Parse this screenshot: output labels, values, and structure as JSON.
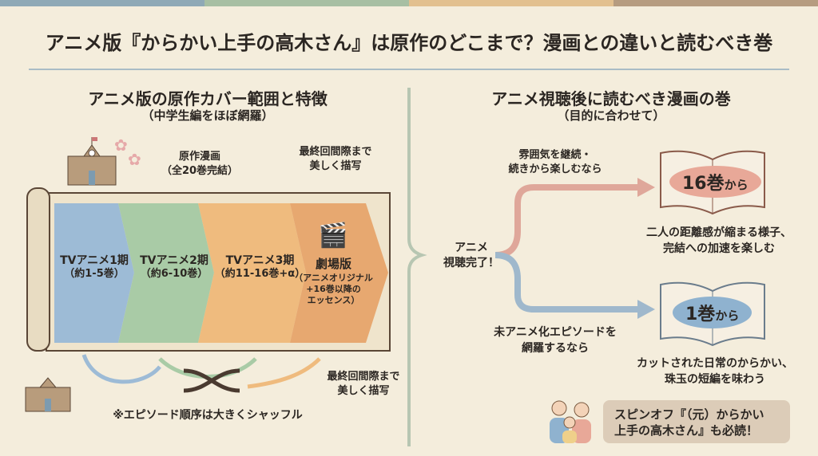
{
  "title": "アニメ版『からかい上手の高木さん』は原作のどこまで？漫画との違いと読むべき巻",
  "colors": {
    "band": [
      "#8fa9b6",
      "#a7bfa3",
      "#e2c08f",
      "#b69c80"
    ],
    "blue": "#9dbbd6",
    "green": "#a9cba6",
    "orange": "#efbb7e",
    "darkorange": "#e7a870"
  },
  "left": {
    "heading": "アニメ版の原作カバー範囲と特徴",
    "subheading": "（中学生編をほぼ網羅）",
    "manga_label": "原作漫画",
    "manga_sub": "（全20巻完結）",
    "note_top": [
      "最終回間際まで",
      "美しく描写"
    ],
    "stages": [
      {
        "title": "TVアニメ1期",
        "sub": "（約1-5巻）"
      },
      {
        "title": "TVアニメ2期",
        "sub": "（約6-10巻）"
      },
      {
        "title": "TVアニメ3期",
        "sub": "（約11-16巻+α）"
      },
      {
        "title": "劇場版",
        "sub": [
          "（アニメオリジナル",
          "+16巻以降の",
          "エッセンス）"
        ]
      }
    ],
    "note_bottom": [
      "最終回間際まで",
      "美しく描写"
    ],
    "shuffle_note": "※エピソード順序は大きくシャッフル"
  },
  "right": {
    "heading": "アニメ視聴後に読むべき漫画の巻",
    "subheading": "（目的に合わせて）",
    "start": [
      "アニメ",
      "視聴完了！"
    ],
    "branch_top": {
      "condition": [
        "雰囲気を継続・",
        "続きから楽しむなら"
      ],
      "volume": "16巻",
      "suffix": "から",
      "desc": [
        "二人の距離感が縮まる様子、",
        "完結への加速を楽しむ"
      ]
    },
    "branch_bottom": {
      "condition": [
        "未アニメ化エピソードを",
        "網羅するなら"
      ],
      "volume": "1巻",
      "suffix": "から",
      "desc": [
        "カットされた日常のからかい、",
        "珠玉の短編を味わう"
      ]
    },
    "spinoff": [
      "スピンオフ『（元）からかい",
      "上手の高木さん』も必読！"
    ]
  }
}
